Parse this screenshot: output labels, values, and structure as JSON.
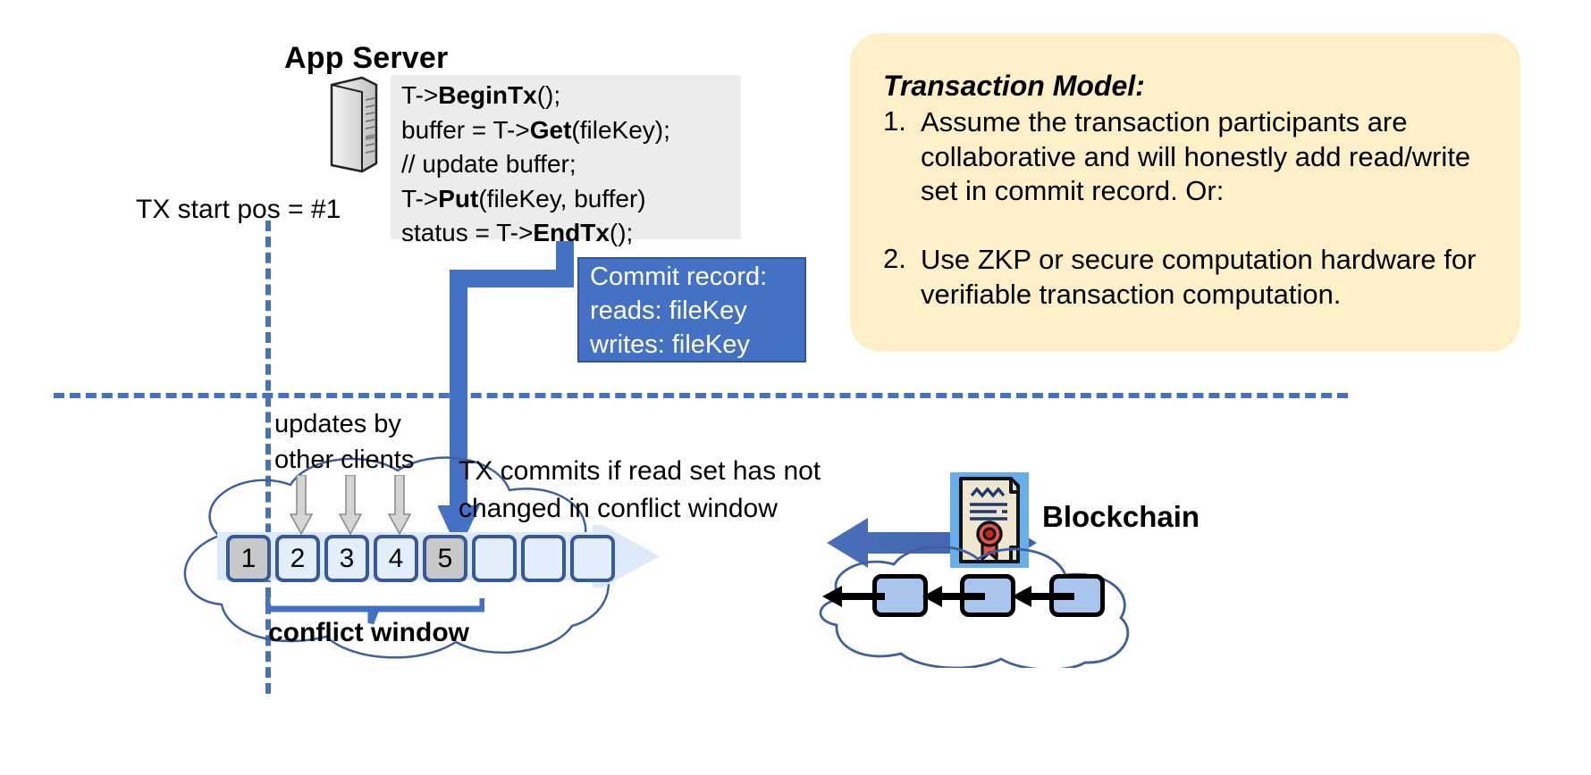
{
  "diagram": {
    "app_server": {
      "title": "App Server",
      "icon": "server-tower-icon",
      "code_lines": [
        {
          "plain1": "T->",
          "bold": "BeginTx",
          "plain2": "();"
        },
        {
          "plain1": "buffer = T->",
          "bold": "Get",
          "plain2": "(fileKey);"
        },
        {
          "plain1": "// update buffer;",
          "bold": "",
          "plain2": ""
        },
        {
          "plain1": "T->",
          "bold": "Put",
          "plain2": "(fileKey, buffer)"
        },
        {
          "plain1": "status = T->",
          "bold": "EndTx",
          "plain2": "();"
        }
      ]
    },
    "tx_start_label": "TX start pos = #1",
    "commit_record": {
      "title": "Commit record:",
      "reads": "reads: fileKey",
      "writes": "writes: fileKey"
    },
    "transaction_model": {
      "title": "Transaction Model:",
      "items": [
        {
          "num": "1.",
          "text": "Assume the transaction participants are collaborative and will honestly add read/write set in commit record.  Or:"
        },
        {
          "num": "2.",
          "text": "Use ZKP or secure computation hardware for verifiable transaction computation."
        }
      ]
    },
    "ledger": {
      "updates_label": "updates by\nother clients",
      "commit_note": "TX commits if read set has not\nchanged in conflict window",
      "conflict_window_label": "conflict window",
      "blocks": [
        {
          "label": "1",
          "state": "filled"
        },
        {
          "label": "2",
          "state": "empty"
        },
        {
          "label": "3",
          "state": "empty"
        },
        {
          "label": "4",
          "state": "empty"
        },
        {
          "label": "5",
          "state": "filled"
        },
        {
          "label": "",
          "state": "empty"
        },
        {
          "label": "",
          "state": "empty"
        },
        {
          "label": "",
          "state": "empty"
        }
      ],
      "update_arrow_count": 3
    },
    "blockchain": {
      "label": "Blockchain",
      "cert_icon": "certificate-seal-icon",
      "block_count": 3
    },
    "colors": {
      "accent_blue": "#4471c4",
      "dark_blue": "#2f5597",
      "outline_blue": "#37599b",
      "pale_blue": "#e3eefb",
      "block_fill": "#c8c8c8",
      "callout_yellow": "#fdf0c9",
      "code_panel_gray": "#ececec",
      "bc_block": "#a8c6eb",
      "seal_red": "#d0342c"
    }
  }
}
